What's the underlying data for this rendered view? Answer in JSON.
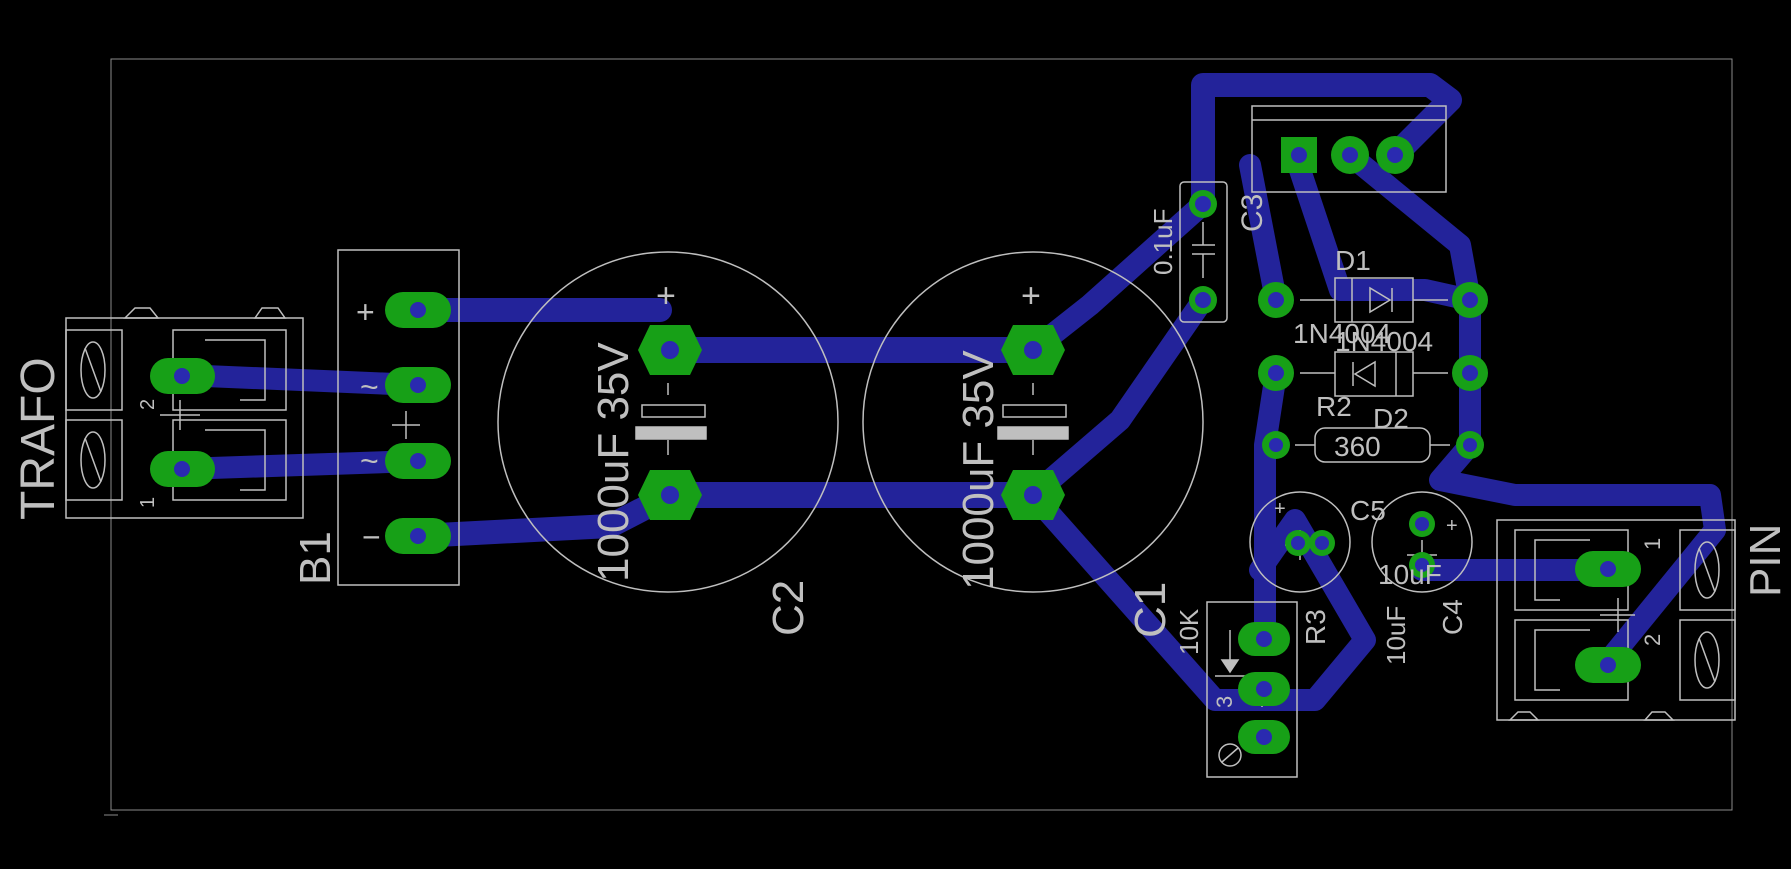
{
  "board": {
    "components": {
      "trafo": {
        "ref": "TRAFO",
        "pin1": "1",
        "pin2": "2"
      },
      "b1": {
        "ref": "B1",
        "plus": "+",
        "minus": "−",
        "ac1": "~",
        "ac2": "~"
      },
      "c2": {
        "ref": "C2",
        "value": "1000uF 35V",
        "plus": "+"
      },
      "c1": {
        "ref": "C1",
        "value": "1000uF 35V",
        "plus": "+"
      },
      "c3": {
        "ref": "C3",
        "value": "0.1uF"
      },
      "d1": {
        "ref": "D1",
        "value": "1N4004"
      },
      "d2": {
        "ref": "D2",
        "value": "1N4004"
      },
      "r2": {
        "ref": "R2",
        "value": "360"
      },
      "r3": {
        "ref": "R3",
        "value": "10K",
        "pin3": "3"
      },
      "c5": {
        "ref": "C5",
        "value": "10uF",
        "plus": "+"
      },
      "c4": {
        "ref": "C4",
        "value": "10uF",
        "plus": "+"
      },
      "pin": {
        "ref": "PIN",
        "pin1": "1",
        "pin2": "2"
      }
    },
    "colors": {
      "background": "#000000",
      "silkscreen": "#bfbfbf",
      "trace": "#23239a",
      "pad": "#17a017",
      "drill": "#2a2ab0"
    }
  }
}
